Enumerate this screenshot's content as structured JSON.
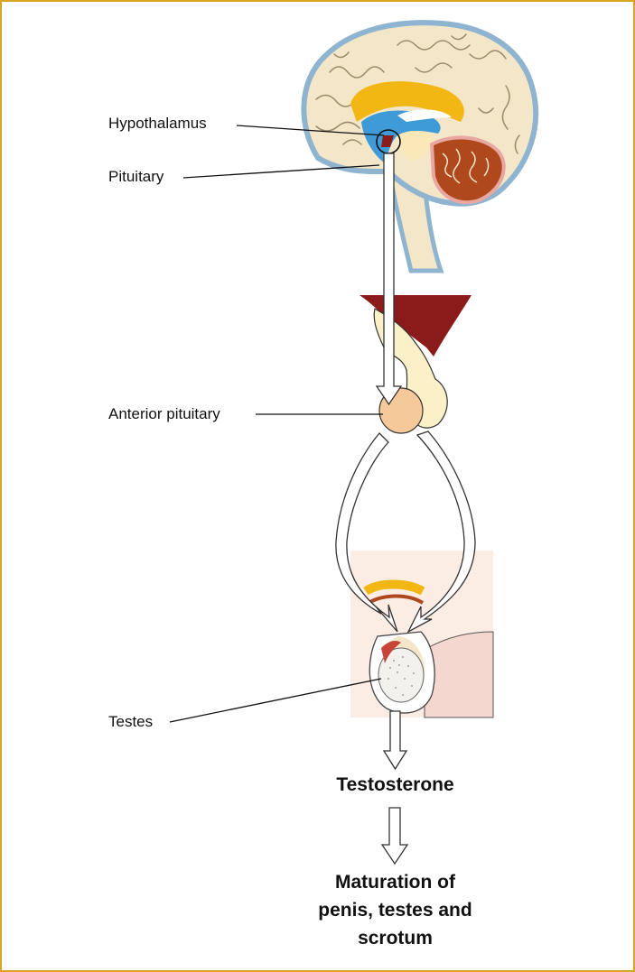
{
  "labels": {
    "hypothalamus": "Hypothalamus",
    "pituitary": "Pituitary",
    "anterior_pituitary": "Anterior pituitary",
    "testes": "Testes"
  },
  "outputs": {
    "hormone": "Testosterone",
    "effect_line1": "Maturation of",
    "effect_line2": "penis, testes and",
    "effect_line3": "scrotum"
  },
  "colors": {
    "frame": "#d9a520",
    "brain_tissue": "#f4e6c8",
    "brain_outline": "#8fb4cf",
    "corpus_callosum": "#f2b712",
    "ventricle": "#3f9bd8",
    "cerebellum": "#b0481e",
    "pituitary_stalk": "#8b1a1a",
    "anterior_pituitary": "#f6c99a",
    "testis_tissue": "#fbe3d4"
  }
}
